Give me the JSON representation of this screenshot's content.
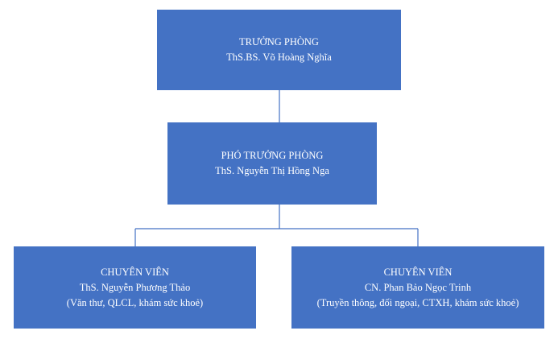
{
  "org": {
    "head": {
      "role": "TRƯỞNG PHÒNG",
      "name": "ThS.BS. Võ Hoàng Nghĩa"
    },
    "deputy": {
      "role": "PHÓ TRƯỞNG PHÒNG",
      "name": "ThS. Nguyễn Thị Hồng Nga"
    },
    "staff": [
      {
        "role": "CHUYÊN VIÊN",
        "name": "ThS. Nguyễn Phương Thảo",
        "note": "(Văn thư, QLCL, khám sức khoẻ)"
      },
      {
        "role": "CHUYÊN VIÊN",
        "name": "CN. Phan Bảo Ngọc Trinh",
        "note": "(Truyền thông, đối ngoại, CTXH, khám sức khoẻ)"
      }
    ]
  },
  "colors": {
    "box_fill": "#4472c4",
    "connector": "#4472c4",
    "text": "#ffffff"
  }
}
